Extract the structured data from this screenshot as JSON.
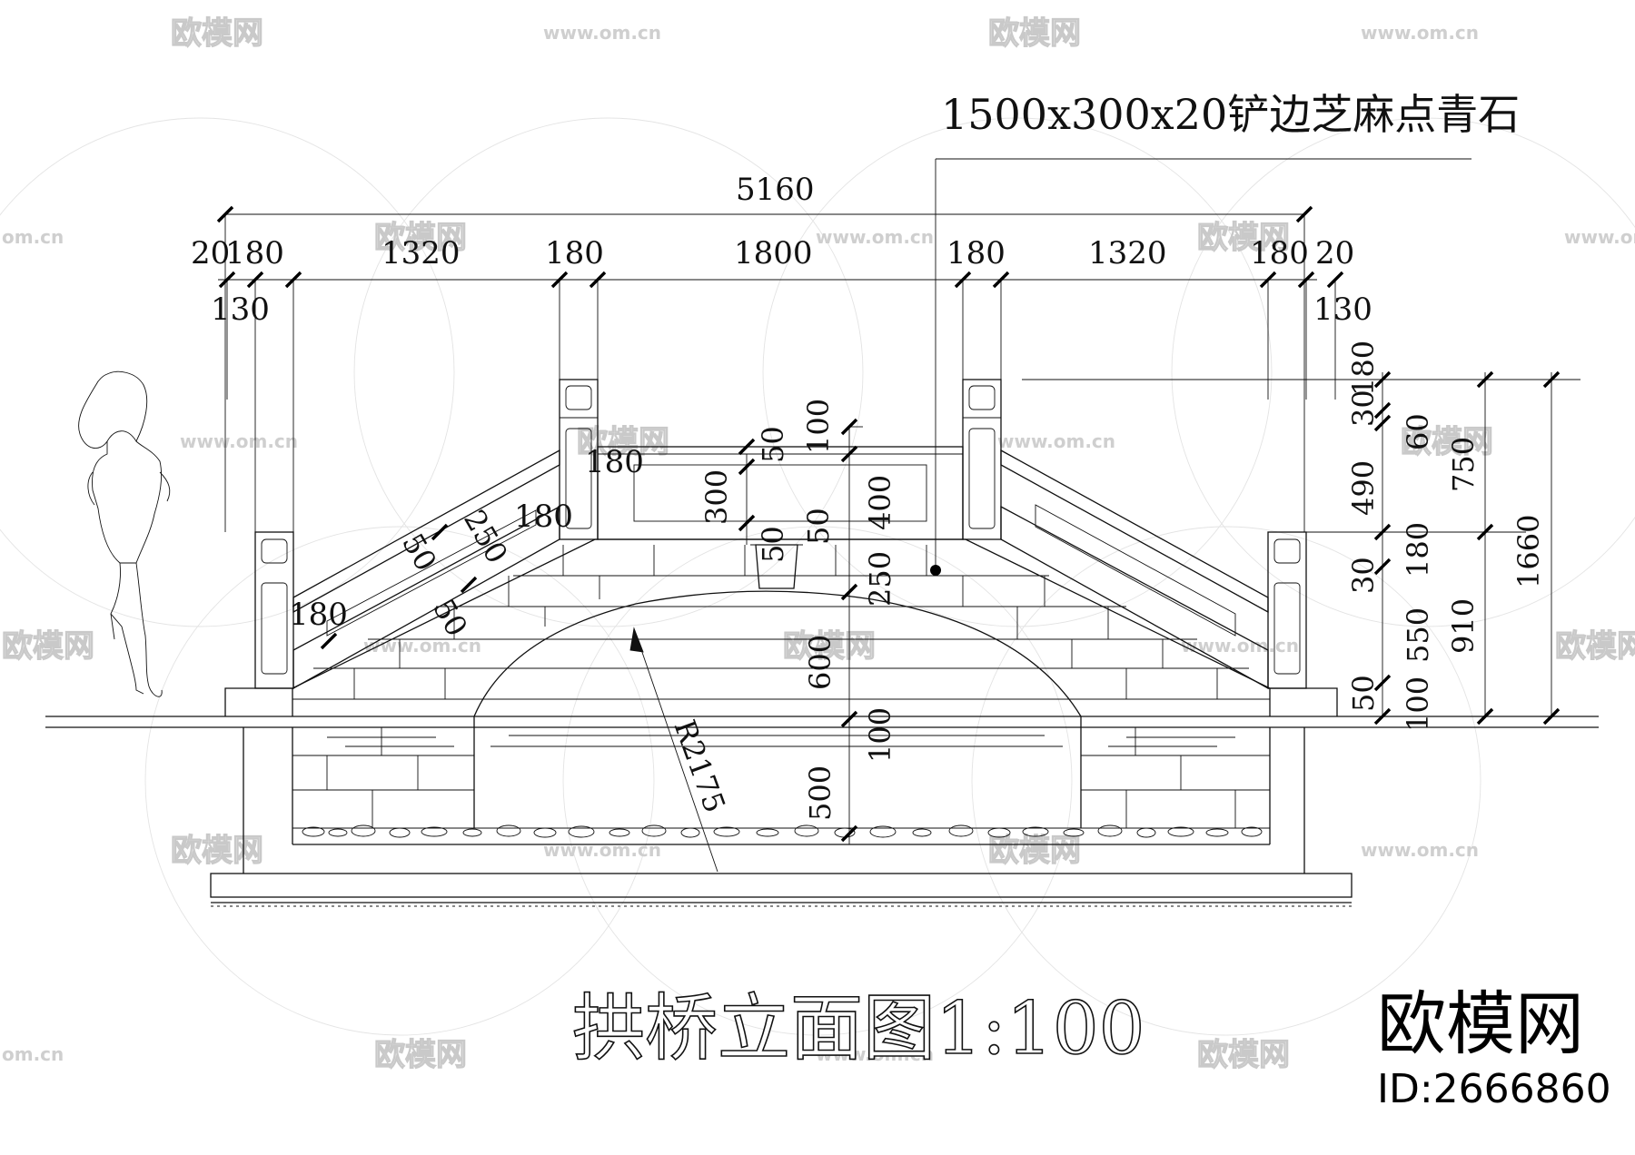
{
  "drawing": {
    "title": "拱桥立面图1:100",
    "material_note": "1500x300x20铲边芝麻点青石",
    "overall_dim": "5160",
    "top_dims": [
      "20",
      "180",
      "1320",
      "180",
      "1800",
      "180",
      "1320",
      "180",
      "20"
    ],
    "end_dims": [
      "130",
      "130"
    ],
    "rail_dims": [
      "180",
      "180",
      "250",
      "50",
      "50",
      "180"
    ],
    "center_dims": [
      "50",
      "100",
      "300",
      "400",
      "50",
      "50",
      "250",
      "600",
      "100",
      "500"
    ],
    "right_dims": [
      "180",
      "30",
      "60",
      "490",
      "750",
      "30",
      "180",
      "1660",
      "550",
      "910",
      "50",
      "100"
    ],
    "radius": "R2175"
  },
  "watermark": {
    "text": "欧模网",
    "url": "www.om.cn",
    "url_short": "om.cn"
  },
  "brand": {
    "name": "欧模网",
    "id": "ID:2666860"
  }
}
